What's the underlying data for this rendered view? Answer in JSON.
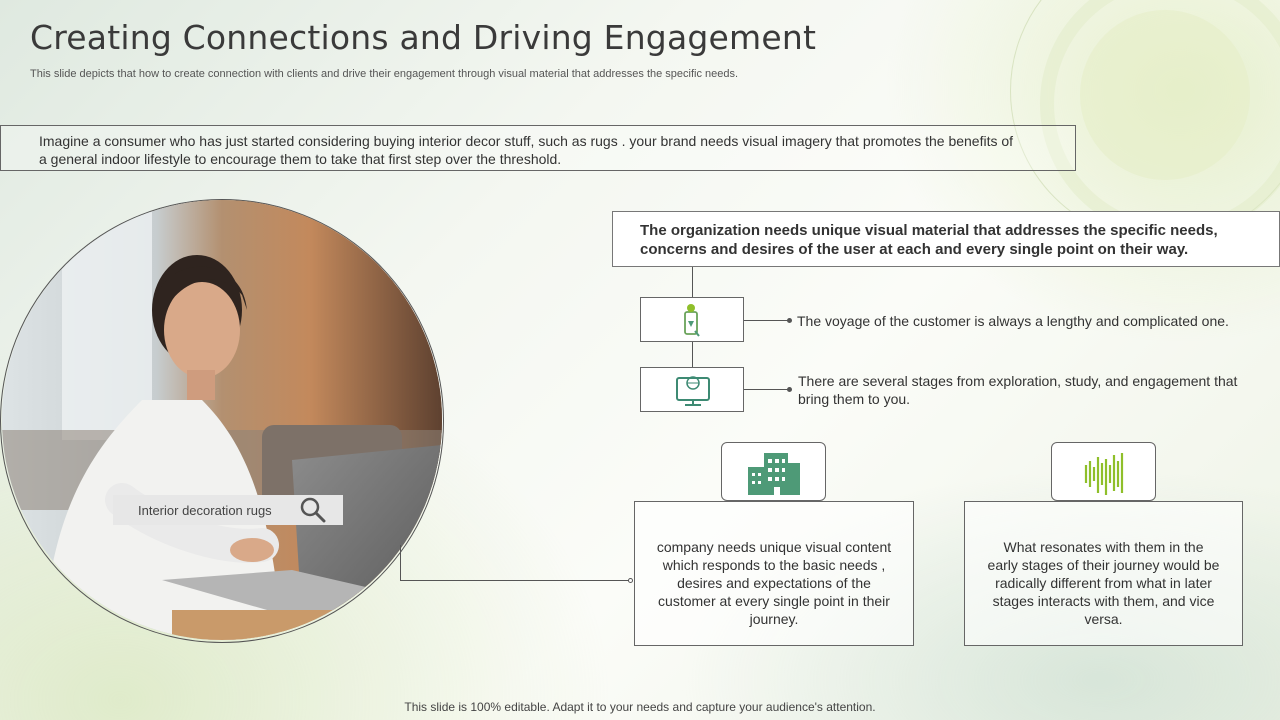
{
  "header": {
    "title": "Creating Connections and Driving Engagement",
    "subtitle": "This slide depicts that how to create connection with clients and drive their engagement through visual material that addresses the specific needs."
  },
  "intro": {
    "text": "Imagine a consumer who has just started considering buying interior decor stuff, such as rugs . your brand needs visual imagery that promotes the benefits of a general indoor lifestyle to encourage them to take that first step over the threshold."
  },
  "photo": {
    "search_text": "Interior decoration rugs",
    "search_icon": "magnifier-icon"
  },
  "org": {
    "text": "The organization needs unique visual material that addresses the specific needs, concerns and desires of the user at each and every single point on their way."
  },
  "steps": [
    {
      "icon": "mobile-idea-icon",
      "text": "The voyage of the customer is always a lengthy and complicated one."
    },
    {
      "icon": "monitor-globe-icon",
      "text": "There are several stages from exploration, study, and engagement that bring them to you."
    }
  ],
  "cards": [
    {
      "icon": "building-icon",
      "text": "company needs unique visual content which responds to the basic needs , desires and expectations of the customer at every single point in their journey."
    },
    {
      "icon": "sound-wave-icon",
      "text": "What resonates with them in the early stages of their journey would be radically different from what in later stages interacts with them, and vice versa."
    }
  ],
  "footer": {
    "text": "This slide is 100% editable. Adapt it to your needs and capture your audience's attention."
  },
  "colors": {
    "accent_green": "#4e9a77",
    "lime": "#8fbf2a"
  }
}
